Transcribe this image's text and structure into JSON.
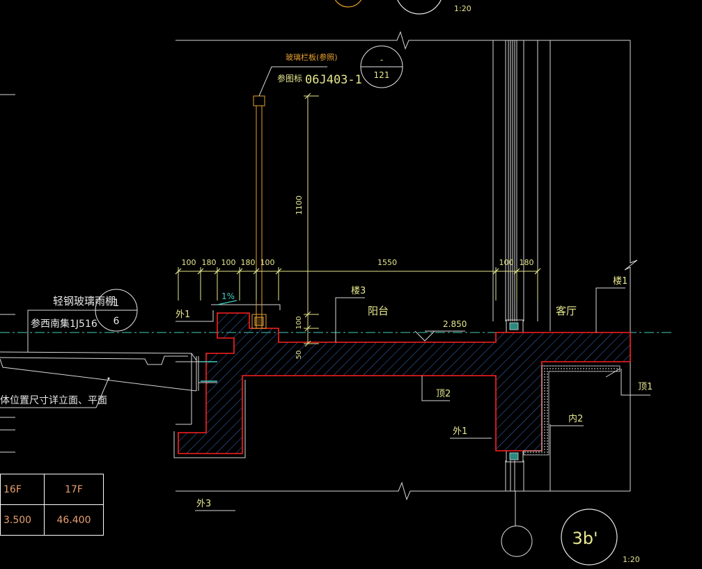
{
  "drawing": {
    "railing_note": "玻璃栏板(参照)",
    "ref_prefix": "参图标",
    "ref_code": "06J403-1",
    "railing_callout_top": "-",
    "railing_callout_bottom": "121",
    "scale_top": "1:20",
    "scale_bottom": "1:20",
    "detail_id": "3b'",
    "canopy_label": "轻钢玻璃雨棚",
    "canopy_ref": "参西南集1J516",
    "canopy_callout_top": "1",
    "canopy_callout_bottom": "6",
    "position_note": "体位置尺寸详立面、平面",
    "slope": "1%",
    "elevation": "2.850",
    "rooms": {
      "balcony": "阳台",
      "living": "客厅"
    },
    "finishes": {
      "wai1_left": "外1",
      "lou3": "楼3",
      "lou1": "楼1",
      "ding2": "顶2",
      "ding1": "顶1",
      "wai1_bottom": "外1",
      "nei2": "内2",
      "wai3": "外3"
    },
    "dimensions": {
      "d100a": "100",
      "d180a": "180",
      "d100b": "100",
      "d180b": "180",
      "d100c": "100",
      "d1550": "1550",
      "d100d": "100",
      "d180c": "180",
      "v1100": "1100",
      "v100": "100",
      "v50": "50"
    }
  },
  "level_table": {
    "headers": [
      "16F",
      "17F"
    ],
    "values": [
      "3.500",
      "46.400"
    ]
  },
  "colors": {
    "background": "#000000",
    "outline": "#ff2020",
    "hatch": "#3a6ec8",
    "dimension": "#e8e890",
    "line": "#d8d8d8",
    "text": "#e8e890",
    "railing": "#e8a030",
    "cyan": "#40d0c0",
    "table_text": "#e8a070"
  }
}
